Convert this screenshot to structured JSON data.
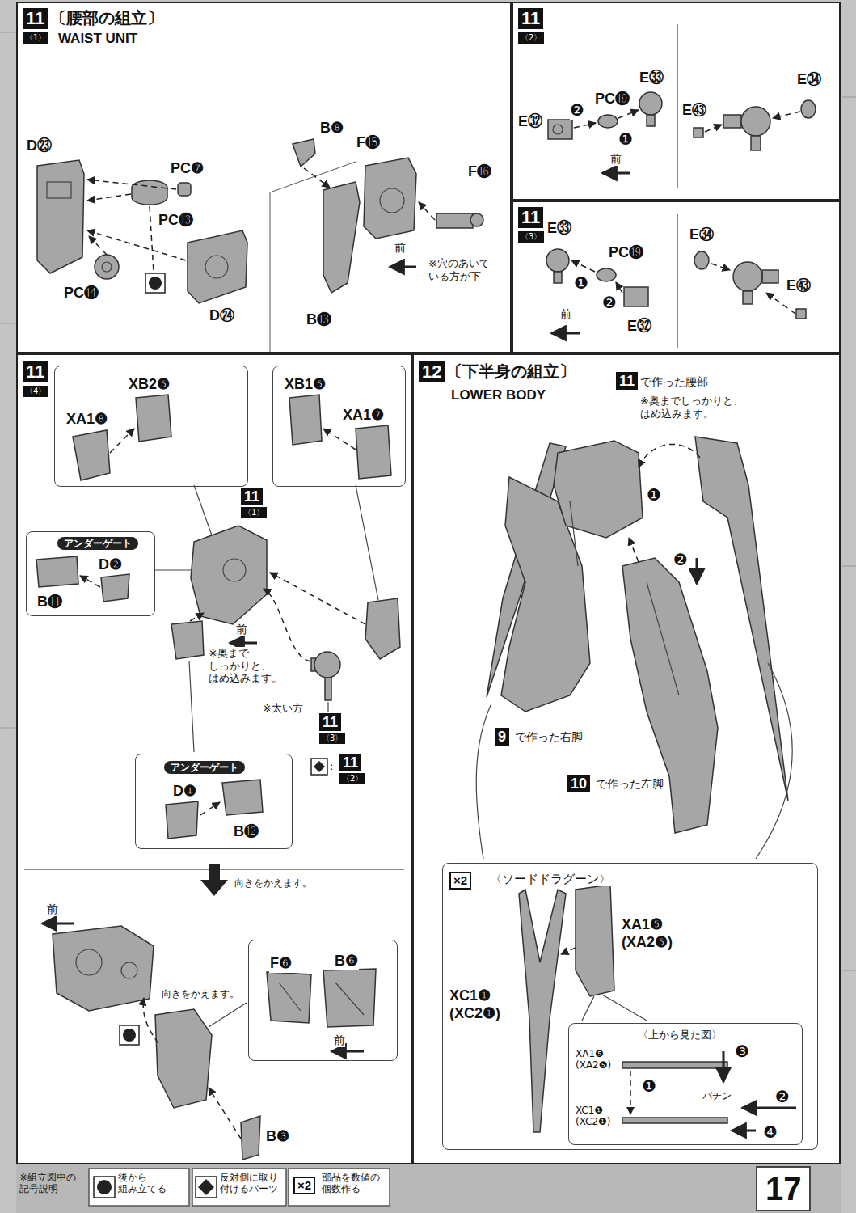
{
  "diagram": {
    "nodes": [
      {
        "text": [
          "11",
          "〔腰部の組立〕",
          "〈1〉",
          "WAIST UNIT"
        ]
      },
      {
        "text": [
          "11",
          "〈2〉"
        ]
      },
      {
        "text": [
          "11",
          "〈3〉"
        ]
      },
      {
        "text": [
          "11",
          "〈4〉"
        ]
      },
      {
        "text": [
          "XB2❺",
          "XA1❽"
        ],
        "in": 3
      },
      {
        "text": [
          "XB1❺",
          "XA1❼"
        ],
        "in": 3
      },
      {
        "text": [
          "アンダーゲート",
          "D❷",
          "B⓫"
        ],
        "in": 3
      },
      {
        "text": [
          "アンダーゲート",
          "D❶",
          "B⓬"
        ],
        "in": 3
      },
      {
        "text": [
          "F❻",
          "B❻",
          "前"
        ],
        "in": 3
      },
      {
        "text": [
          "12",
          "〔下半身の組立〕",
          "LOWER BODY"
        ]
      },
      {
        "text": [
          "×2",
          "〈ソードドラグーン〉",
          "XA1❺ (XA2❺)",
          "XC1❶ (XC2❶)"
        ],
        "in": 9
      },
      {
        "text": [
          "〈上から見た図〉",
          "XA1❺ (XA2❺)",
          "❸",
          "❶",
          "パチン",
          "❷",
          "❹",
          "XC1❶ (XC2❶)"
        ],
        "in": 10
      },
      {
        "text": [
          "17"
        ]
      }
    ],
    "labels": [
      "D㉓",
      "PC❼",
      "PC⓭",
      "PC⓮",
      "D㉔",
      "B❽",
      "F⓯",
      "F⓰",
      "B⓭",
      "前",
      "※穴のあいて いる方が下",
      "E㉝",
      "PC⓳",
      "E㉜",
      "❷",
      "❶",
      "前",
      "E㉞",
      "E㊸",
      "E㉝",
      "❶",
      "PC⓳",
      "❷",
      "E㉜",
      "前",
      "E㉞",
      "E㊸",
      "11",
      "〈1〉",
      "前",
      "※奥まで しっかりと、 はめ込みます。",
      "※太い方",
      "11",
      "〈3〉",
      ":",
      "11",
      "〈2〉",
      "向きをかえます。",
      "前",
      "向きをかえます。",
      "B❸",
      "11",
      "で作った腰部",
      "※奥までしっかりと、 はめ込みます。",
      "❶",
      "❷",
      "9",
      "で作った右脚",
      "10",
      "で作った左脚",
      "※組立図中の 記号説明",
      "×2"
    ],
    "legend": [
      {
        "text": "後から 組み立てる"
      },
      {
        "text": "反対側に取り 付けるパーツ"
      },
      {
        "text": "部品を数値の 個数作る"
      }
    ]
  }
}
